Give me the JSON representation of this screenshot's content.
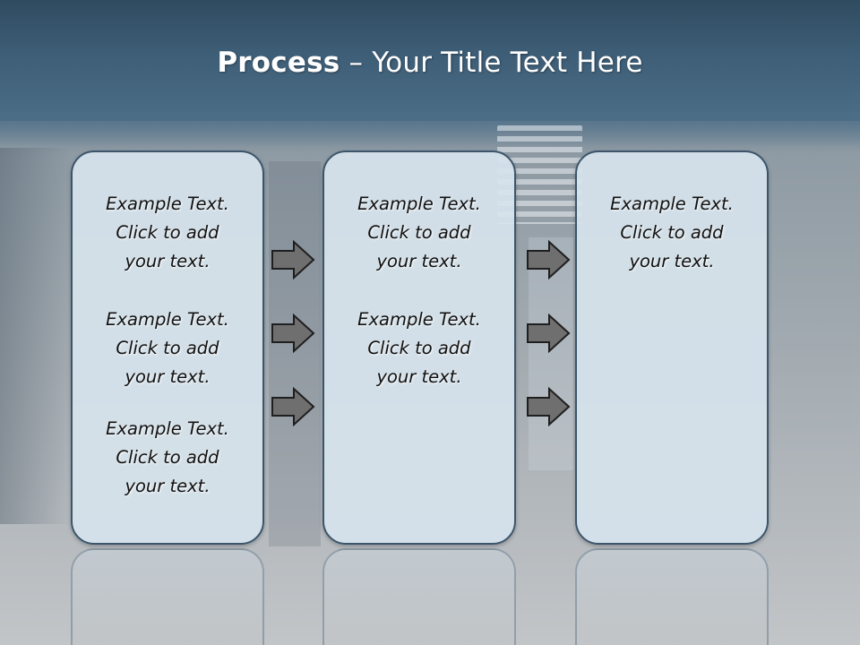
{
  "title": {
    "bold": "Process",
    "rest": " – Your Title Text Here"
  },
  "columns": [
    {
      "blocks": [
        {
          "line1": "Example Text.",
          "line2": "Click  to add",
          "line3": "your text."
        },
        {
          "line1": "Example Text.",
          "line2": "Click  to add",
          "line3": "your text."
        },
        {
          "line1": "Example Text.",
          "line2": "Click  to add",
          "line3": "your text."
        }
      ]
    },
    {
      "blocks": [
        {
          "line1": "Example Text.",
          "line2": "Click  to add",
          "line3": "your text."
        },
        {
          "line1": "Example Text.",
          "line2": "Click  to add",
          "line3": "your text."
        }
      ]
    },
    {
      "blocks": [
        {
          "line1": "Example Text.",
          "line2": "Click  to add",
          "line3": "your text."
        }
      ]
    }
  ],
  "arrow_icon": "right-arrow-icon",
  "colors": {
    "box_fill": "#d6e3ec",
    "box_border": "#3c556b",
    "arrow_fill": "#6f6f6f",
    "arrow_stroke": "#1f1f1f",
    "title_text": "#ffffff"
  }
}
